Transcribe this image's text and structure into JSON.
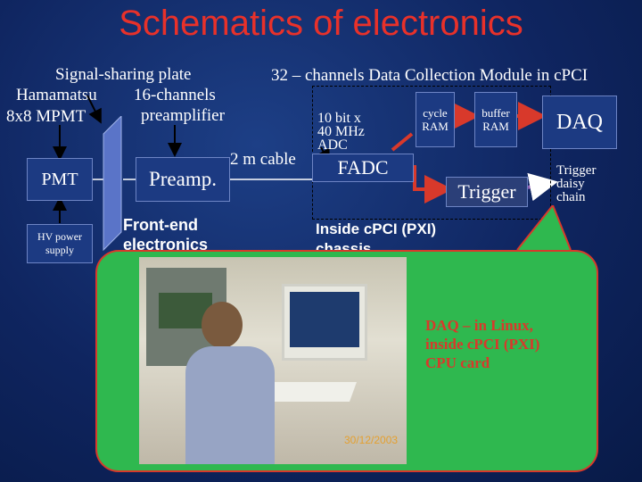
{
  "title": "Schematics of electronics",
  "left": {
    "plate_label": "Signal-sharing plate",
    "hamamatsu": "Hamamatsu",
    "mpmt": "8x8 MPMT",
    "channels16": "16-channels",
    "preamplifier": "preamplifier",
    "pmt": "PMT",
    "hv_power": "HV power",
    "hv_supply": "supply",
    "preamp": "Preamp.",
    "frontend1": "Front-end",
    "frontend2": "electronics"
  },
  "cable": "2 m cable",
  "module": {
    "title": "32 – channels Data Collection Module in cPCI",
    "adc1": "10 bit x",
    "adc2": "40 MHz",
    "adc3": "ADC",
    "fadc": "FADC",
    "cycle1": "cycle",
    "cycle2": "RAM",
    "buffer1": "buffer",
    "buffer2": "RAM",
    "daq": "DAQ",
    "trigger": "Trigger",
    "daisy1": "Trigger",
    "daisy2": "daisy",
    "daisy3": "chain",
    "inside1": "Inside cPCI (PXI)",
    "inside2": "chassis"
  },
  "photo": {
    "caption1": "DAQ – in Linux,",
    "caption2": "inside cPCI (PXI)",
    "caption3": "CPU card",
    "timestamp": "30/12/2003"
  },
  "colors": {
    "title": "#e8312a",
    "arrow": "#d8392b",
    "bubble": "#2fb84f",
    "box": "#1c3a82"
  }
}
